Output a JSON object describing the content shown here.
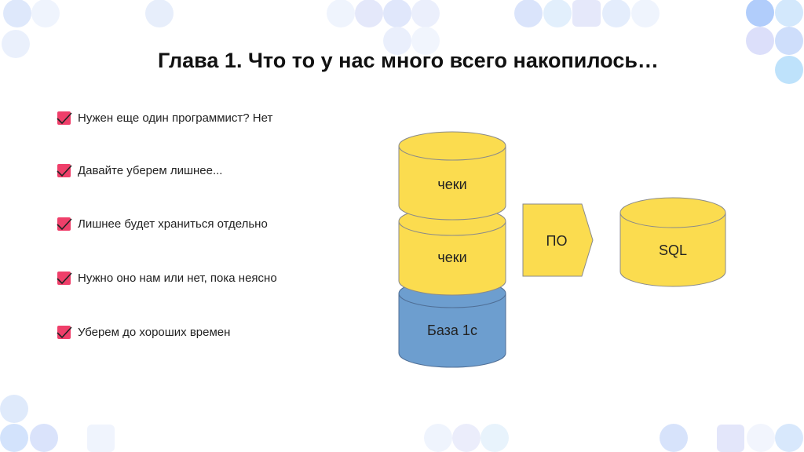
{
  "slide": {
    "title": "Глава 1. Что то у нас много всего накопилось…"
  },
  "bullets": [
    {
      "text": "Нужен еще один программист? Нет"
    },
    {
      "text": "Давайте уберем лишнее..."
    },
    {
      "text": "Лишнее будет храниться отдельно"
    },
    {
      "text": "Нужно оно нам или нет, пока неясно"
    },
    {
      "text": "Уберем до хороших времен"
    }
  ],
  "diagram": {
    "cylinder_top": "чеки",
    "cylinder_middle": "чеки",
    "cylinder_bottom": "База 1с",
    "process": "ПО",
    "target": "SQL"
  },
  "colors": {
    "accent_check": "#ef3f6a",
    "cylinder_yellow": "#fbdc4f",
    "cylinder_blue": "#6d9ecf"
  },
  "icons": {
    "bullet": "checkbox-checked-icon",
    "storage": "database-cylinder-icon"
  }
}
